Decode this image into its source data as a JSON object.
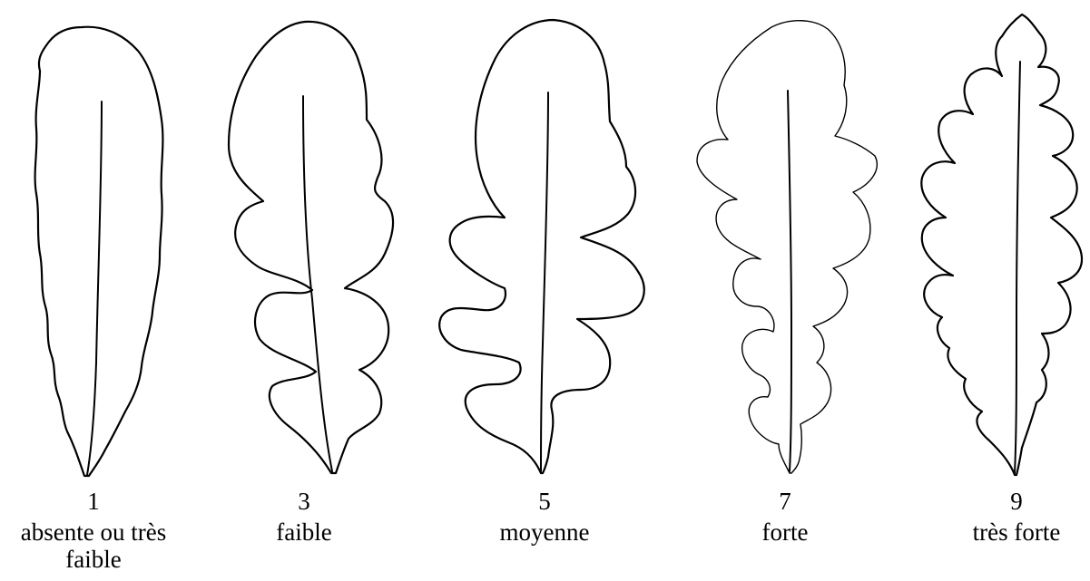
{
  "leaves": [
    {
      "code": "1",
      "label": "absente ou très faible"
    },
    {
      "code": "3",
      "label": "faible"
    },
    {
      "code": "5",
      "label": "moyenne"
    },
    {
      "code": "7",
      "label": "forte"
    },
    {
      "code": "9",
      "label": "très forte"
    }
  ],
  "style": {
    "stroke_color": "#000000",
    "background": "#ffffff"
  }
}
